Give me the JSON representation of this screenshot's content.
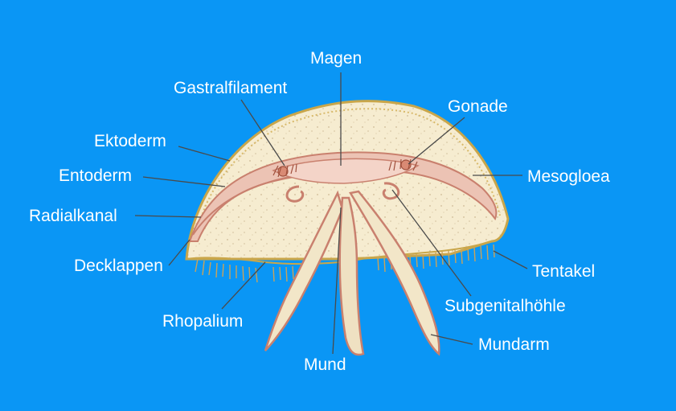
{
  "diagram": {
    "background": "#0a96f5",
    "colors": {
      "mesogloea": "#f6ecd0",
      "ektoderm_edge": "#c9a64a",
      "entoderm": "#e6b7a8",
      "canal": "#c9806e",
      "arm": "#f2e6c8",
      "leader": "#4a4a4a",
      "label_text": "#ffffff"
    },
    "labels": {
      "magen": "Magen",
      "gastralfilament": "Gastralfilament",
      "gonade": "Gonade",
      "ektoderm": "Ektoderm",
      "entoderm": "Entoderm",
      "mesogloea": "Mesogloea",
      "radialkanal": "Radialkanal",
      "decklappen": "Decklappen",
      "tentakel": "Tentakel",
      "rhopalium": "Rhopalium",
      "subgenitalhoehle": "Subgenitalhöhle",
      "mund": "Mund",
      "mundarm": "Mundarm"
    }
  }
}
